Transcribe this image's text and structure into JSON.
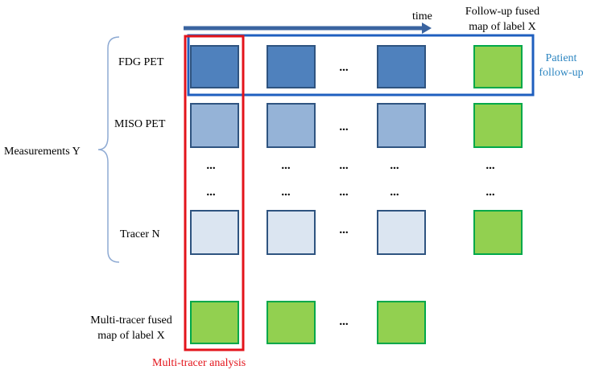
{
  "labels": {
    "time": "time",
    "follow_up_fused_line1": "Follow-up fused",
    "follow_up_fused_line2": "map of label X",
    "patient_follow_up_line1": "Patient",
    "patient_follow_up_line2": "follow-up",
    "measurements": "Measurements Y",
    "multi_tracer_fused_line1": "Multi-tracer fused",
    "multi_tracer_fused_line2": "map of label X",
    "multi_tracer_analysis": "Multi-tracer analysis",
    "ellipsis": "..."
  },
  "rows": [
    {
      "name": "FDG PET",
      "tone": "dark"
    },
    {
      "name": "MISO PET",
      "tone": "medium"
    },
    {
      "name": "Tracer N",
      "tone": "light"
    }
  ],
  "colors": {
    "dark_fill": "#4f81bd",
    "medium_fill": "#95b3d7",
    "light_fill": "#dbe5f1",
    "box_stroke": "#2f5480",
    "green_fill": "#92d050",
    "green_stroke": "#00a84a",
    "red_highlight": "#e3141b",
    "blue_highlight": "#1f5fbf",
    "patient_text": "#2e86c1",
    "arrow": "#3a64a0",
    "brace": "#8eaad3",
    "text": "#000000"
  }
}
